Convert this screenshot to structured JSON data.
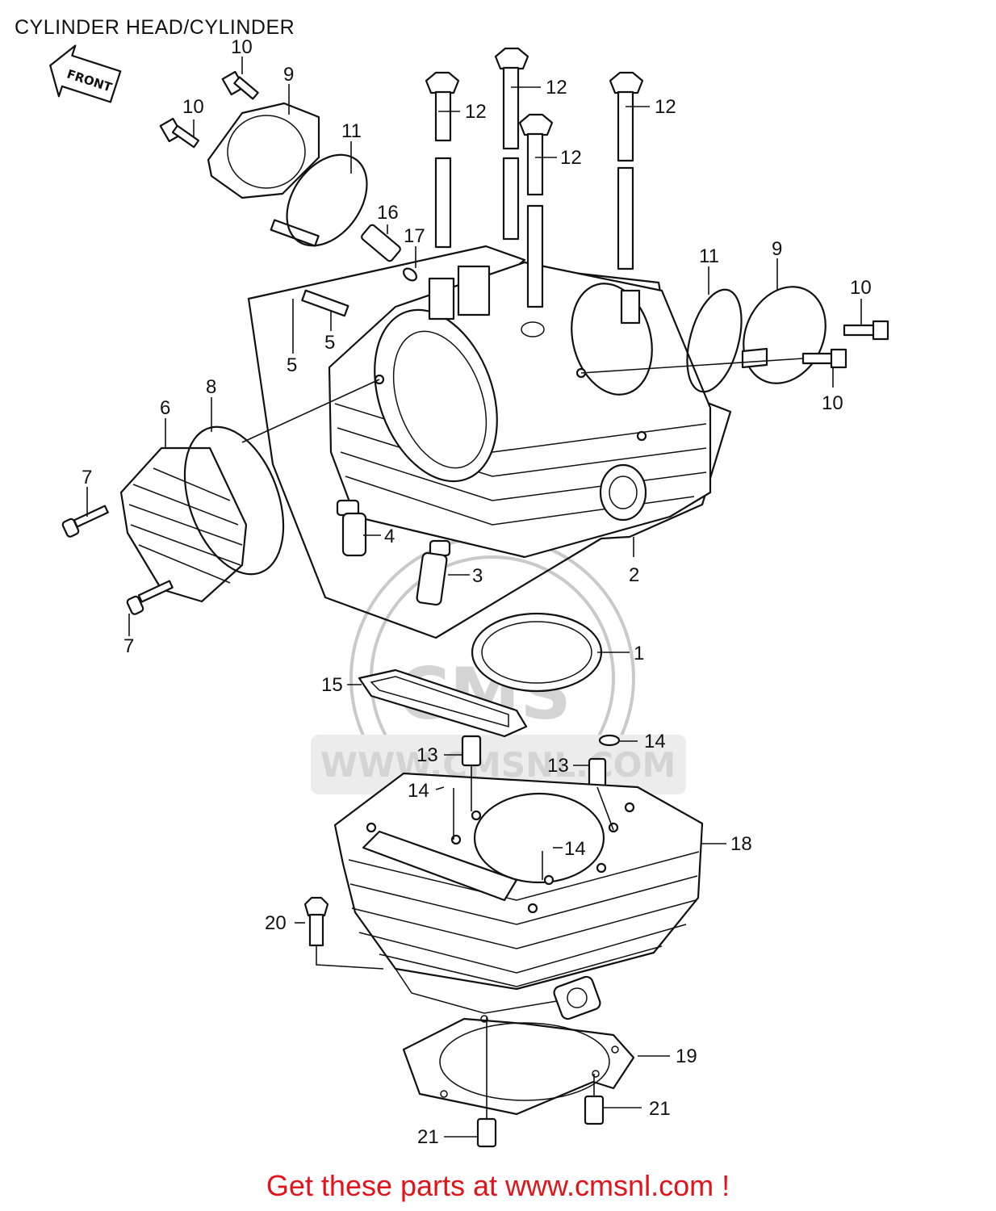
{
  "title": "CYLINDER HEAD/CYLINDER",
  "front_label": "FRONT",
  "watermark": {
    "logo_text": "CMS",
    "url_text": "WWW.CMSNL.COM"
  },
  "callouts": {
    "c1": "1",
    "c2": "2",
    "c3": "3",
    "c4": "4",
    "c5a": "5",
    "c5b": "5",
    "c6": "6",
    "c7a": "7",
    "c7b": "7",
    "c8": "8",
    "c9a": "9",
    "c9b": "9",
    "c10a": "10",
    "c10b": "10",
    "c10c": "10",
    "c10d": "10",
    "c11a": "11",
    "c11b": "11",
    "c12a": "12",
    "c12b": "12",
    "c12c": "12",
    "c12d": "12",
    "c13a": "13",
    "c13b": "13",
    "c14a": "14",
    "c14b": "14",
    "c14c": "14",
    "c15": "15",
    "c16": "16",
    "c17": "17",
    "c18": "18",
    "c19": "19",
    "c20": "20",
    "c21a": "21",
    "c21b": "21"
  },
  "footer": "Get these parts at www.cmsnl.com !",
  "colors": {
    "line": "#111111",
    "footer_text": "#e0141b",
    "watermark": "#d4d4d4"
  }
}
